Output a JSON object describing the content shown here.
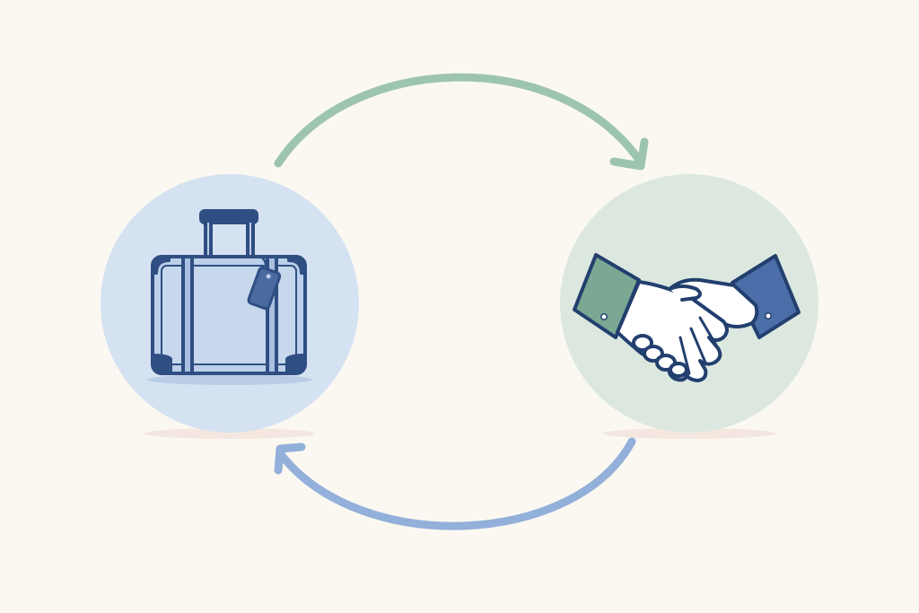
{
  "diagram": {
    "background": "#fbf8f2",
    "nodes": [
      {
        "id": "luggage",
        "icon": "suitcase-icon",
        "circle_fill": "#d5e2f1",
        "stroke": "#2f4e82",
        "body_fill": "#bcd0ea"
      },
      {
        "id": "agreement",
        "icon": "handshake-icon",
        "circle_fill": "#dce8df",
        "left_sleeve": "#7aa893",
        "right_sleeve": "#4b6ea8",
        "stroke": "#223f6e"
      }
    ],
    "connectors": [
      {
        "id": "top-arrow",
        "from": "luggage",
        "to": "agreement",
        "color": "#9dc5ad",
        "icon": "arrow-curved-right-icon"
      },
      {
        "id": "bottom-arrow",
        "from": "agreement",
        "to": "luggage",
        "color": "#93b0da",
        "icon": "arrow-curved-left-icon"
      }
    ]
  }
}
